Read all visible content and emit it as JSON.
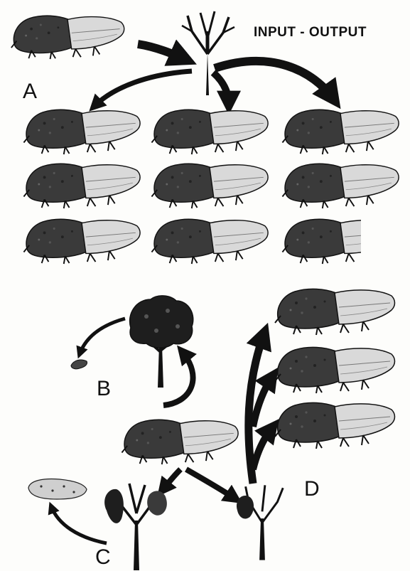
{
  "diagram": {
    "title": "INPUT - OUTPUT",
    "labels": {
      "a": "A",
      "b": "B",
      "c": "C",
      "d": "D"
    },
    "colors": {
      "ink": "#111111",
      "beetle_dark": "#3a3a3a",
      "beetle_light": "#d9d9d9",
      "paper": "#fdfdfb"
    },
    "icons": [
      "beetle-icon",
      "dead-tree-icon",
      "live-tree-icon",
      "dying-tree-icon",
      "larva-icon",
      "arrow-icon"
    ]
  }
}
